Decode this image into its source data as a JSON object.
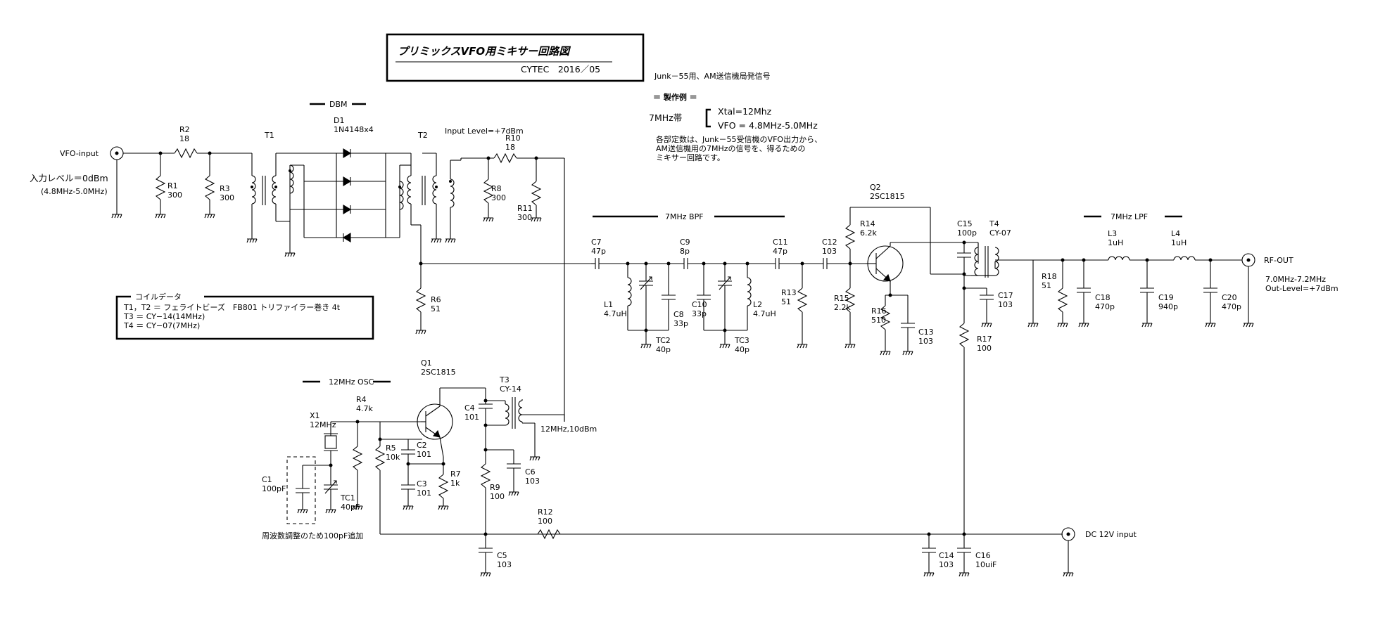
{
  "title": {
    "main": "プリミックスVFO用ミキサー回路図",
    "sub": "CYTEC　2016／05"
  },
  "header": {
    "junk": "Junk－55用、AM送信機局発信号",
    "example_heading": "＝ 製作例 ＝",
    "band": "7MHz帯",
    "xtal": "Xtal=12Mhz",
    "vfo": "VFO = 4.8MHz-5.0MHz",
    "desc": [
      "各部定数は、Junk－55受信機のVFO出力から、",
      "AM送信機用の7MHzの信号を、得るための",
      "ミキサー回路です。"
    ]
  },
  "blocks": {
    "dbm": "DBM",
    "bpf": "7MHz BPF",
    "lpf": "7MHz LPF",
    "osc": "12MHz OSC"
  },
  "coil_data": {
    "heading": "コイルデータ",
    "lines": [
      "T1，T2 ＝ フェライトビーズ　FB801 トリファイラー巻き 4t",
      "T3 ＝ CY−14(14MHz)",
      "T4 ＝ CY−07(7MHz)"
    ]
  },
  "io": {
    "vfo_input": "VFO-input",
    "input_level": "入力レベル＝0dBm",
    "input_range": "(4.8MHz-5.0MHz)",
    "input_level_dbm": "Input Level=+7dBm",
    "rf_out": "RF-OUT",
    "out_range": "7.0MHz-7.2MHz",
    "out_level": "Out-Level=+7dBm",
    "dc_input": "DC 12V input",
    "osc_note": "12MHz,10dBm",
    "freq_note": "周波数調整のため100pF追加"
  },
  "components": [
    {
      "ref": "R1",
      "value": "300"
    },
    {
      "ref": "R2",
      "value": "18"
    },
    {
      "ref": "R3",
      "value": "300"
    },
    {
      "ref": "T1",
      "value": ""
    },
    {
      "ref": "D1",
      "value": "1N4148x4"
    },
    {
      "ref": "T2",
      "value": ""
    },
    {
      "ref": "R8",
      "value": "300"
    },
    {
      "ref": "R10",
      "value": "18"
    },
    {
      "ref": "R11",
      "value": "300"
    },
    {
      "ref": "R6",
      "value": "51"
    },
    {
      "ref": "C7",
      "value": "47p"
    },
    {
      "ref": "L1",
      "value": "4.7uH"
    },
    {
      "ref": "TC2",
      "value": "40p"
    },
    {
      "ref": "C8",
      "value": "33p"
    },
    {
      "ref": "C9",
      "value": "8p"
    },
    {
      "ref": "C10",
      "value": "33p"
    },
    {
      "ref": "TC3",
      "value": "40p"
    },
    {
      "ref": "L2",
      "value": "4.7uH"
    },
    {
      "ref": "C11",
      "value": "47p"
    },
    {
      "ref": "R13",
      "value": "51"
    },
    {
      "ref": "C12",
      "value": "103"
    },
    {
      "ref": "Q2",
      "value": "2SC1815"
    },
    {
      "ref": "R14",
      "value": "6.2k"
    },
    {
      "ref": "R15",
      "value": "2.2k"
    },
    {
      "ref": "R16",
      "value": "510"
    },
    {
      "ref": "C13",
      "value": "103"
    },
    {
      "ref": "C15",
      "value": "100p"
    },
    {
      "ref": "T4",
      "value": "CY-07"
    },
    {
      "ref": "C17",
      "value": "103"
    },
    {
      "ref": "R17",
      "value": "100"
    },
    {
      "ref": "R18",
      "value": "51"
    },
    {
      "ref": "C18",
      "value": "470p"
    },
    {
      "ref": "L3",
      "value": "1uH"
    },
    {
      "ref": "C19",
      "value": "940p"
    },
    {
      "ref": "L4",
      "value": "1uH"
    },
    {
      "ref": "C20",
      "value": "470p"
    },
    {
      "ref": "X1",
      "value": "12MHz"
    },
    {
      "ref": "C1",
      "value": "100pF"
    },
    {
      "ref": "TC1",
      "value": "40pF"
    },
    {
      "ref": "R4",
      "value": "4.7k"
    },
    {
      "ref": "R5",
      "value": "10k"
    },
    {
      "ref": "C2",
      "value": "101"
    },
    {
      "ref": "C3",
      "value": "101"
    },
    {
      "ref": "Q1",
      "value": "2SC1815"
    },
    {
      "ref": "R7",
      "value": "1k"
    },
    {
      "ref": "C4",
      "value": "101"
    },
    {
      "ref": "T3",
      "value": "CY-14"
    },
    {
      "ref": "R9",
      "value": "100"
    },
    {
      "ref": "C6",
      "value": "103"
    },
    {
      "ref": "R12",
      "value": "100"
    },
    {
      "ref": "C5",
      "value": "103"
    },
    {
      "ref": "C14",
      "value": "103"
    },
    {
      "ref": "C16",
      "value": "10uiF"
    }
  ]
}
